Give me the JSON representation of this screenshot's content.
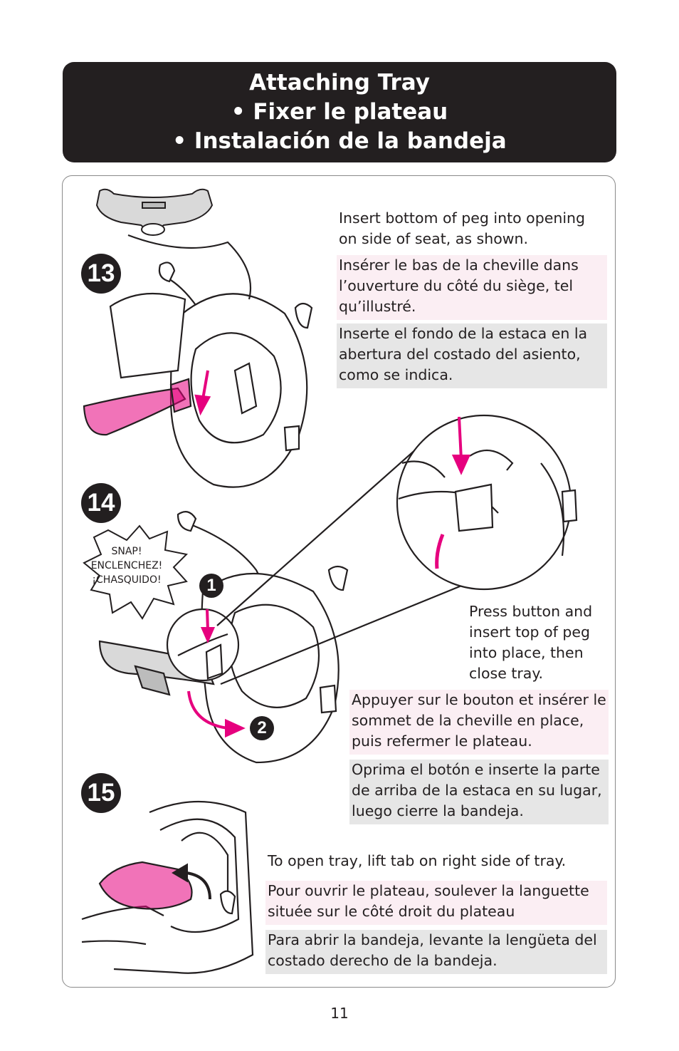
{
  "header": {
    "line1": "Attaching Tray",
    "line2": "• Fixer le plateau",
    "line3": "• Instalación de la bandeja"
  },
  "step13": {
    "number": "13",
    "en": "Insert bottom of peg into opening on side of seat, as shown.",
    "fr": "Insérer le bas de la cheville dans l’ouverture du côté du siège, tel qu’illustré.",
    "es": "Inserte el fondo de la estaca en la abertura del costado del asiento, como se indica."
  },
  "step14": {
    "number": "14",
    "callout_1": "1",
    "callout_2": "2",
    "snap_en": "SNAP!",
    "snap_fr": "ENCLENCHEZ!",
    "snap_es": "¡CHASQUIDO!",
    "en": "Press button and insert top of peg into place, then close tray.",
    "fr": "Appuyer sur le bouton et insérer le sommet de la cheville en place, puis refermer le plateau.",
    "es": "Oprima el botón e inserte la parte de arriba de la estaca en su lugar, luego cierre la bandeja."
  },
  "step15": {
    "number": "15",
    "en": "To open tray, lift tab on right side of tray.",
    "fr": "Pour ouvrir le plateau, soulever la languette située sur le côté droit du plateau",
    "es": "Para abrir la bandeja, levante la lengüeta del costado derecho de la bandeja."
  },
  "page_number": "11",
  "colors": {
    "accent_pink": "#e6007e",
    "header_bg": "#231f20",
    "fr_bg": "#fbeef3",
    "es_bg": "#e6e6e6"
  }
}
